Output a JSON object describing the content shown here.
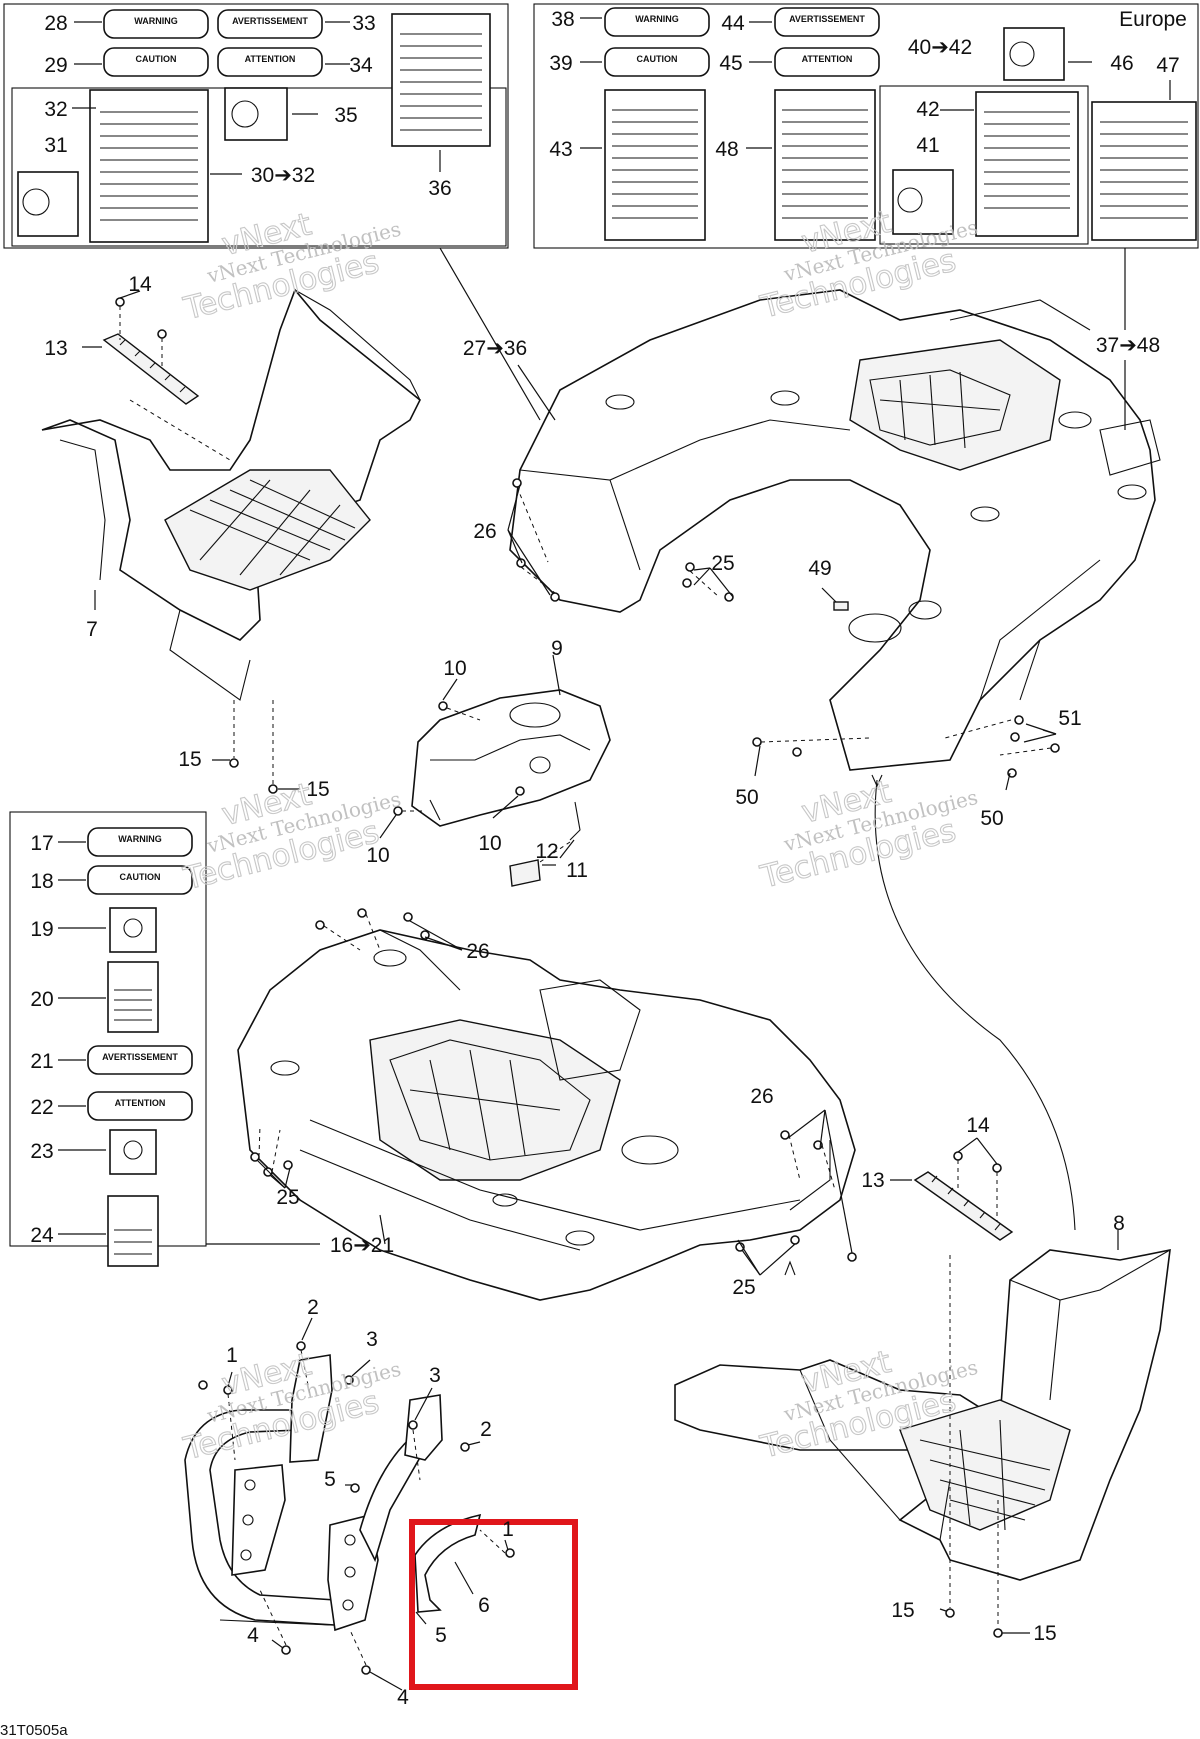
{
  "region_label": "Europe",
  "drawing_code": "31T0505a",
  "watermark": {
    "line1": "vNext",
    "line2": "vNext Technologies",
    "line3": "Technologies"
  },
  "decals": {
    "warning": "WARNING",
    "caution": "CAUTION",
    "attention": "ATTENTION",
    "avertissement": "AVERTISSEMENT"
  },
  "callouts": {
    "c1a": "1",
    "c1b": "1",
    "c2a": "2",
    "c2b": "2",
    "c3a": "3",
    "c3b": "3",
    "c4a": "4",
    "c4b": "4",
    "c5a": "5",
    "c5b": "5",
    "c6": "6",
    "c7": "7",
    "c8": "8",
    "c9": "9",
    "c10a": "10",
    "c10b": "10",
    "c10c": "10",
    "c11": "11",
    "c12": "12",
    "c13a": "13",
    "c13b": "13",
    "c14a": "14",
    "c14b": "14",
    "c15a": "15",
    "c15b": "15",
    "c15c": "15",
    "c15d": "15",
    "c16_21": "16➔21",
    "c17": "17",
    "c18": "18",
    "c19": "19",
    "c20": "20",
    "c21": "21",
    "c22": "22",
    "c23": "23",
    "c24": "24",
    "c25a": "25",
    "c25b": "25",
    "c25c": "25",
    "c26a": "26",
    "c26b": "26",
    "c26c": "26",
    "c27_36": "27➔36",
    "c28": "28",
    "c29": "29",
    "c30_32": "30➔32",
    "c31": "31",
    "c32": "32",
    "c33": "33",
    "c34": "34",
    "c35": "35",
    "c36": "36",
    "c37_48": "37➔48",
    "c38": "38",
    "c39": "39",
    "c40_42": "40➔42",
    "c41": "41",
    "c42": "42",
    "c43": "43",
    "c44": "44",
    "c45": "45",
    "c46": "46",
    "c47": "47",
    "c48": "48",
    "c49": "49",
    "c50a": "50",
    "c50b": "50",
    "c51": "51"
  },
  "highlight": {
    "color": "#e0161b"
  }
}
